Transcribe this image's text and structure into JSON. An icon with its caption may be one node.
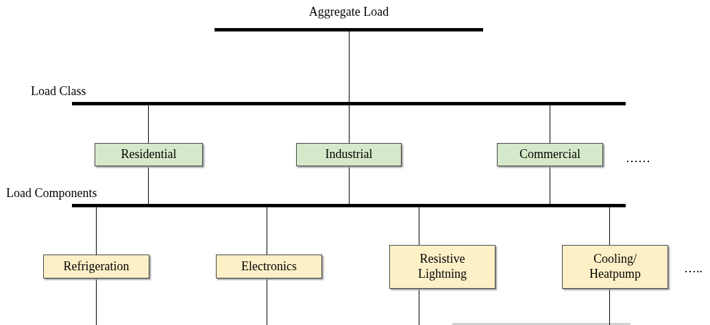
{
  "diagram": {
    "nodes": [
      {
        "text": [
          "Aggregate Load"
        ]
      },
      {
        "text": [
          "Load Class"
        ]
      },
      {
        "text": [
          "Residential"
        ]
      },
      {
        "text": [
          "Industrial"
        ]
      },
      {
        "text": [
          "Commercial"
        ]
      },
      {
        "text": [
          "Load Components"
        ]
      },
      {
        "text": [
          "Refrigeration"
        ]
      },
      {
        "text": [
          "Electronics"
        ]
      },
      {
        "text": [
          "Resistive Lightning"
        ]
      },
      {
        "text": [
          "Cooling/ Heatpump"
        ]
      }
    ],
    "edges": [
      {
        "from": 0,
        "to": 1,
        "arrow": "none"
      },
      {
        "from": 1,
        "to": 2,
        "arrow": "none"
      },
      {
        "from": 1,
        "to": 3,
        "arrow": "none"
      },
      {
        "from": 1,
        "to": 4,
        "arrow": "none"
      },
      {
        "from": 2,
        "to": 5,
        "arrow": "none"
      },
      {
        "from": 3,
        "to": 5,
        "arrow": "none"
      },
      {
        "from": 4,
        "to": 5,
        "arrow": "none"
      },
      {
        "from": 5,
        "to": 6,
        "arrow": "none"
      },
      {
        "from": 5,
        "to": 7,
        "arrow": "none"
      },
      {
        "from": 5,
        "to": 8,
        "arrow": "none"
      },
      {
        "from": 5,
        "to": 9,
        "arrow": "none"
      },
      {
        "from": 6,
        "to": null,
        "arrow": "none"
      },
      {
        "from": 7,
        "to": null,
        "arrow": "none"
      },
      {
        "from": 8,
        "to": null,
        "arrow": "none"
      },
      {
        "from": 9,
        "to": null,
        "arrow": "none"
      }
    ],
    "labels": [
      "……",
      "….."
    ]
  }
}
